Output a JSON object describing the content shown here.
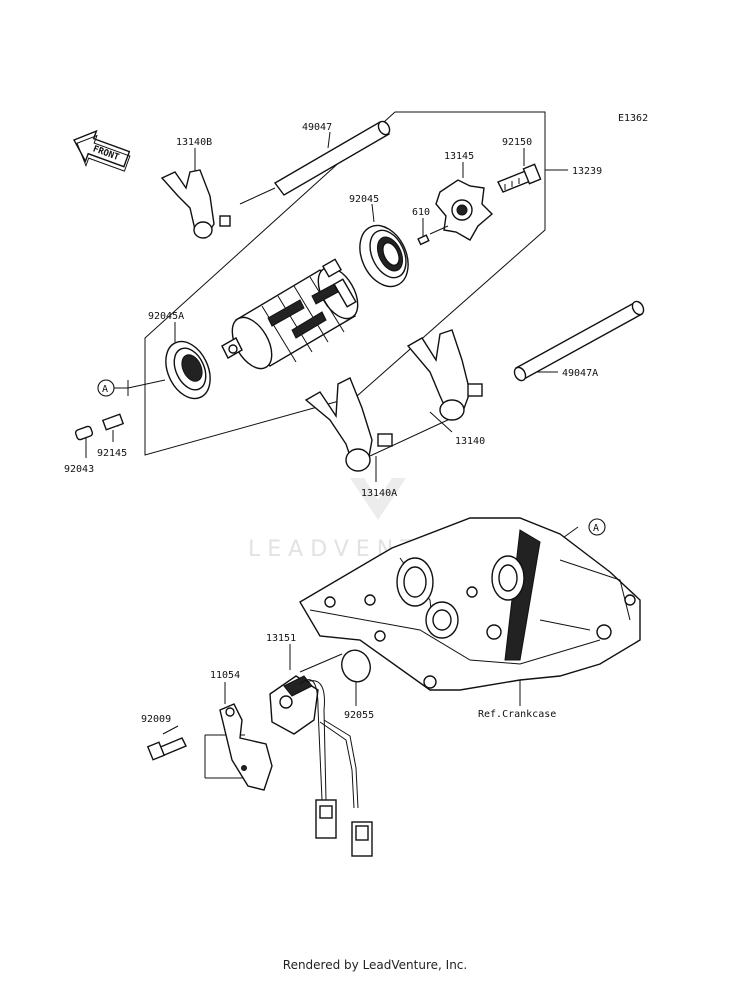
{
  "diagram": {
    "code": "E1362",
    "front_label": "FRONT",
    "watermark": "LEADVENTURE",
    "reference_a": "A",
    "parts": {
      "p13140B": "13140B",
      "p49047": "49047",
      "p13145": "13145",
      "p92150": "92150",
      "p13239": "13239",
      "p92045": "92045",
      "p610": "610",
      "p92045A": "92045A",
      "p49047A": "49047A",
      "p92145": "92145",
      "p92043": "92043",
      "p13140": "13140",
      "p13140A": "13140A",
      "p13151": "13151",
      "p11054": "11054",
      "p92009": "92009",
      "p92055": "92055",
      "ref_crankcase": "Ref.Crankcase"
    }
  },
  "footer": {
    "text": "Rendered by LeadVenture, Inc."
  }
}
